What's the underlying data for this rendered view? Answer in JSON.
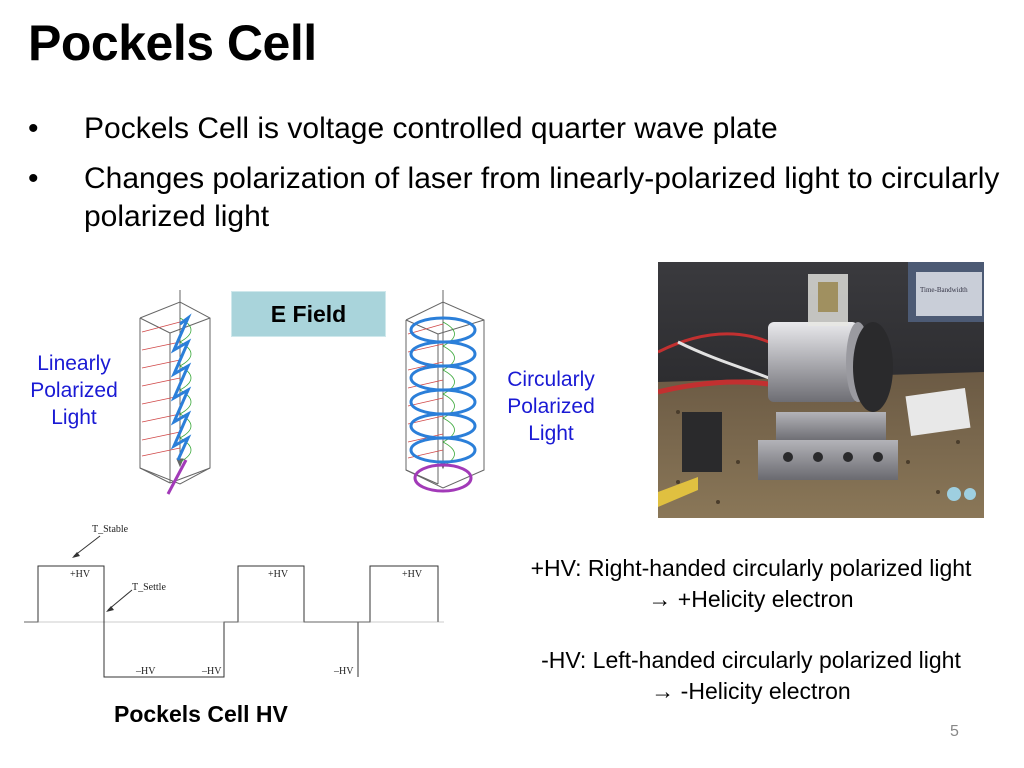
{
  "slide": {
    "title": "Pockels Cell",
    "bullets": [
      {
        "marker": "•",
        "text": "Pockels Cell is voltage controlled quarter wave plate"
      },
      {
        "marker": "•",
        "text": "Changes polarization of laser from linearly-polarized light to circularly polarized light"
      }
    ],
    "efield_label": "E Field",
    "linear_label": "Linearly Polarized Light",
    "circular_label": "Circularly Polarized Light",
    "waveform": {
      "t_stable": "T_Stable",
      "t_settle": "T_Settle",
      "plus_hv": "+HV",
      "minus_hv": "–HV"
    },
    "caption": "Pockels Cell HV",
    "hv_plus_line1": "+HV: Right-handed circularly polarized light",
    "hv_plus_line2": "→ +Helicity electron",
    "hv_minus_line1": "-HV: Left-handed circularly polarized light",
    "hv_minus_line2": "→ -Helicity electron",
    "page_number": "5"
  },
  "photo_label": "Time-Bandwidth",
  "colors": {
    "efield_bg": "#a9d4db",
    "label_blue": "#1a1ad4",
    "wave_blue": "#2b7fd9",
    "wave_red": "#d04848",
    "wave_green": "#3aa83a",
    "wave_purple": "#a23ab8"
  }
}
